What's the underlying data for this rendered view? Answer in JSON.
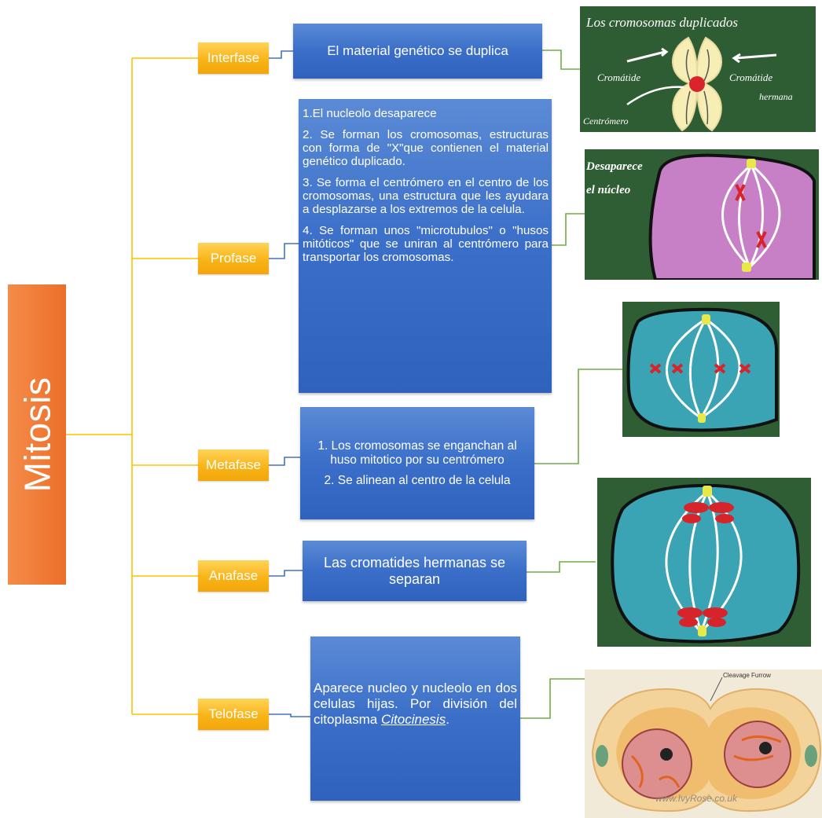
{
  "root": {
    "label": "Mitosis"
  },
  "phases": {
    "interfase": {
      "label": "Interfase",
      "text": "El material genético se duplica"
    },
    "profase": {
      "label": "Profase",
      "items": [
        "1.El nucleolo desaparece",
        "2. Se forman los cromosomas, estructuras con forma de \"X\"que contienen el material genético duplicado.",
        "3. Se forma el centrómero en el centro de los cromosomas, una estructura  que les ayudara a desplazarse a los extremos de la celula.",
        "4. Se forman unos \"microtubulos\" o \"husos mitóticos\" que se uniran al centrómero para transportar los cromosomas."
      ]
    },
    "metafase": {
      "label": "Metafase",
      "items": [
        "1. Los cromosomas se enganchan al huso mitotico por su centrómero",
        "2. Se alinean al centro de la celula"
      ]
    },
    "anafase": {
      "label": "Anafase",
      "text": "Las cromatides hermanas se separan"
    },
    "telofase": {
      "label": "Telofase",
      "text": "Aparece nucleo y nucleolo en dos celulas  hijas. Por división del citoplasma",
      "emphasis": "Citocinesis",
      "emphasis_suffix": "."
    }
  },
  "images": {
    "interfase": {
      "title": "Los cromosomas duplicados",
      "label_left": "Cromátide",
      "label_right": "Cromátide",
      "label_right2": "hermana",
      "label_bottom": "Centrómero"
    },
    "profase": {
      "line1": "Desaparece",
      "line2": "el núcleo"
    },
    "telofase": {
      "label": "Cleavage Furrow",
      "watermark": "www.IvyRose.co.uk"
    }
  },
  "colors": {
    "root": "#ed7d31",
    "phase": "#ffc000",
    "box": "#4472c4",
    "yellow_line": "#ffc000",
    "blue_line": "#4472c4",
    "green_line": "#70ad47",
    "board": "#2e5d34"
  }
}
